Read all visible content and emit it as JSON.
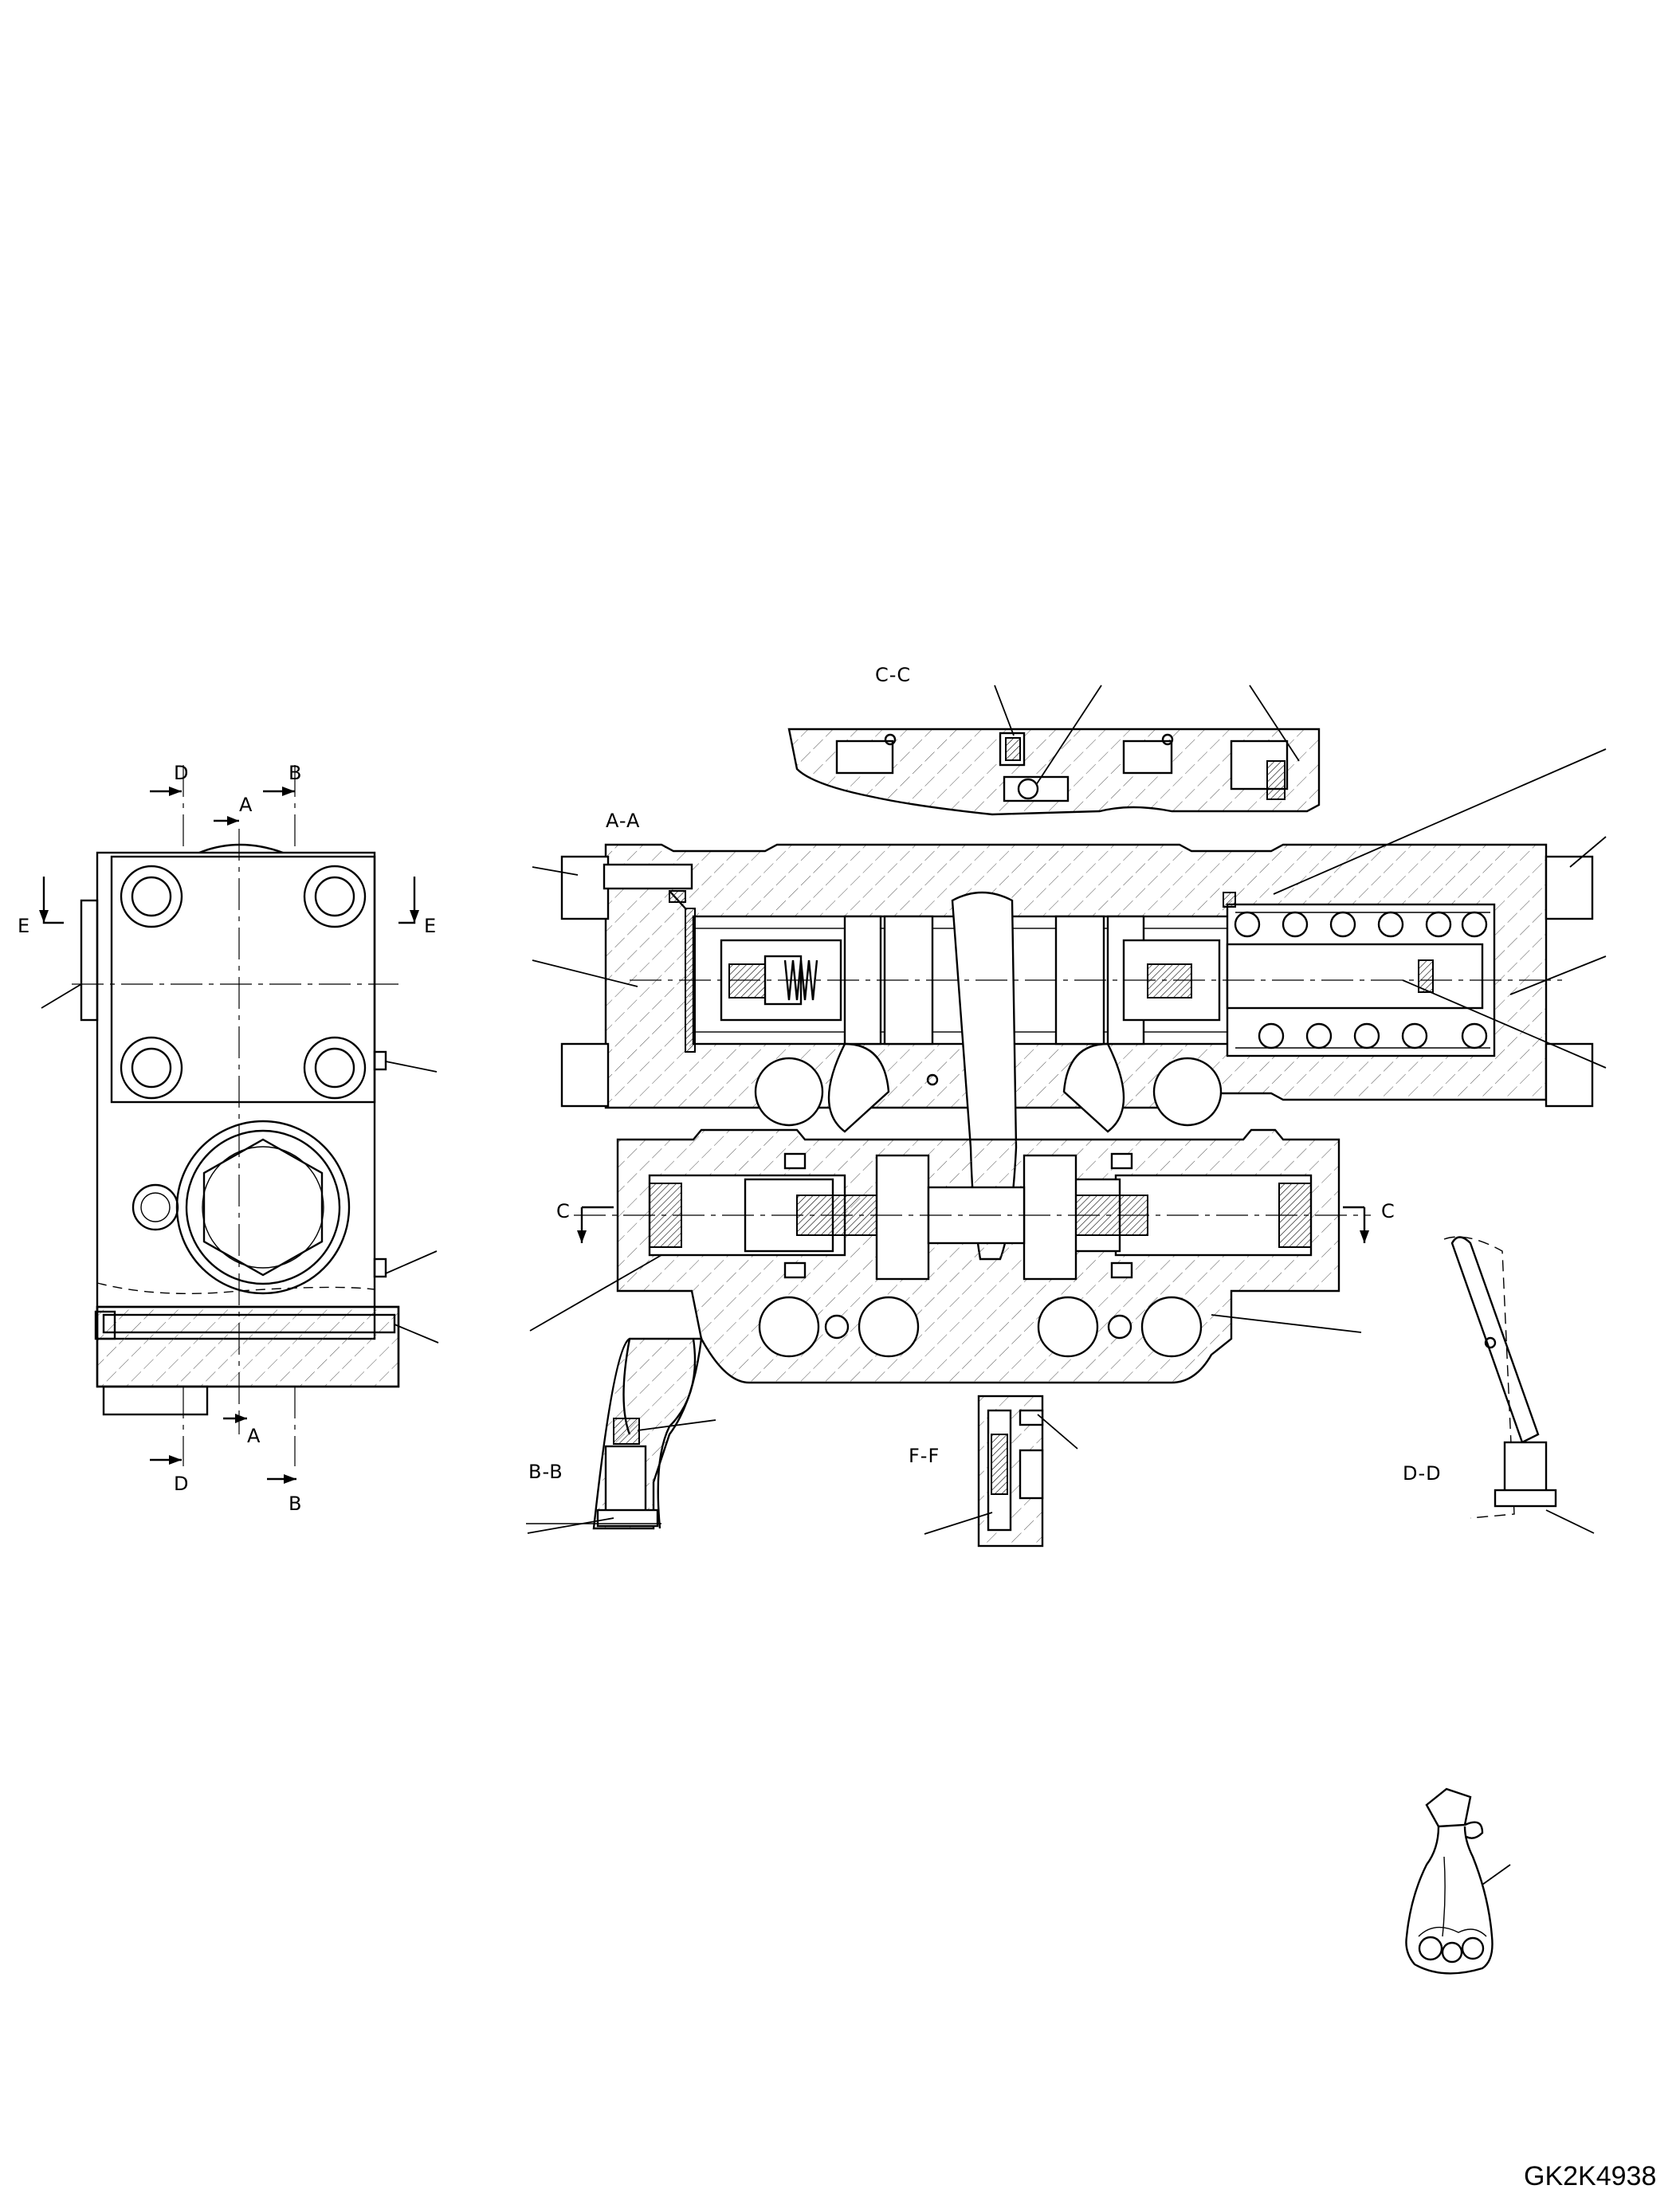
{
  "drawing_code": "GK2K4938",
  "views": {
    "section_aa": "A-A",
    "section_bb": "B-B",
    "section_cc": "C-C",
    "section_dd": "D-D",
    "section_ff": "F-F"
  },
  "cut_marks": {
    "a": "A",
    "b": "B",
    "c": "C",
    "d": "D",
    "e": "E"
  }
}
